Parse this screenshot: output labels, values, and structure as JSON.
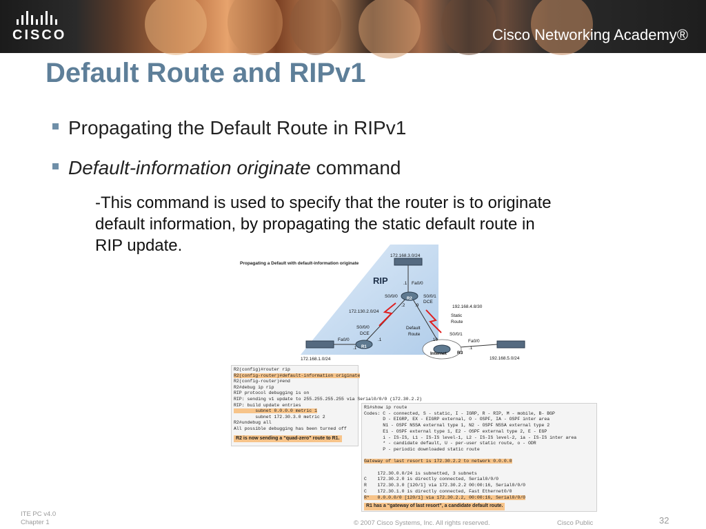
{
  "header": {
    "logo_text": "CISCO",
    "academy_text": "Cisco Networking Academy®"
  },
  "slide": {
    "title": "Default Route and RIPv1",
    "bullet1": "Propagating the Default Route in RIPv1",
    "bullet2_italic": "Default-information originate",
    "bullet2_rest": " command",
    "sub_lines": [
      "-This command is used to specify that the router is to originate",
      "default information, by propagating the static default route in",
      "RIP update."
    ]
  },
  "diagram": {
    "caption": "Propagating a Default with default-information originate",
    "rip_label": "RIP",
    "labels": {
      "n172_168_3": "172.168.3.0/24",
      "fa00_top": "Fa0/0",
      "dot1_top": ".1",
      "s000_r2": "S0/0/0",
      "s001_r2": "S0/0/1",
      "dce_r2": "DCE",
      "r2": "R2",
      "dot2": ".2",
      "dot9": ".9",
      "n192_168_4": "192.168.4.8/30",
      "n172_130_2": "172.130.2.0/24",
      "static_route": "Static",
      "route": "Route",
      "s000_r1": "S0/0/0",
      "dce_r1": "DCE",
      "default_route": "Default",
      "route2": "Route",
      "s001_r3": "S0/0/1",
      "fa00_r1": "Fa0/0",
      "dot1_r1a": ".1",
      "dot1_r1b": ".1",
      "r1": "R1",
      "fa00_r3": "Fa0/0",
      "dot10": ".10",
      "internet": "Internet",
      "r3": "R3",
      "dot1_r3": ".1",
      "n172_168_1": "172.168.1.0/24",
      "n192_168_5": "192.168.5.0/24"
    }
  },
  "cli1": {
    "lines": [
      {
        "text": "R2(config)#router rip",
        "hl": false
      },
      {
        "text": "R2(config-router)#default-information originate",
        "hl": true
      },
      {
        "text": "R2(config-router)#end",
        "hl": false
      },
      {
        "text": "R2#debug ip rip",
        "hl": false
      },
      {
        "text": "RIP protocol debugging is on",
        "hl": false
      },
      {
        "text": "RIP: sending v1 update to 255.255.255.255 via Serial0/0/0 (172.30.2.2)",
        "hl": false
      },
      {
        "text": "RIP: build update entries",
        "hl": false
      },
      {
        "text": "        subnet 0.0.0.0 metric 1",
        "hl": true
      },
      {
        "text": "        subnet 172.30.3.0 metric 2",
        "hl": false
      },
      {
        "text": "R2#undebug all",
        "hl": false
      },
      {
        "text": "All possible debugging has been turned off",
        "hl": false
      }
    ],
    "note": "R2 is now sending a “quad-zero” route to R1."
  },
  "cli2": {
    "lines": [
      {
        "text": "R1#show ip route",
        "hl": false
      },
      {
        "text": "Codes: C - connected, S - static, I - IGRP, R - RIP, M - mobile, B- BGP",
        "hl": false
      },
      {
        "text": "       D - EIGRP, EX - EIGRP external, O - OSPF, IA - OSPF inter area",
        "hl": false
      },
      {
        "text": "       N1 - OSPF NSSA external type 1, N2 - OSPF NSSA external type 2",
        "hl": false
      },
      {
        "text": "       E1 - OSPF external type 1, E2 - OSPF external type 2, E - EGP",
        "hl": false
      },
      {
        "text": "       i - IS-IS, L1 - IS-IS level-1, L2 - IS-IS level-2, ia - IS-IS inter area",
        "hl": false
      },
      {
        "text": "       * - candidate default, U - per-user static route, o - ODR",
        "hl": false
      },
      {
        "text": "       P - periodic downloaded static route",
        "hl": false
      },
      {
        "text": "",
        "hl": false
      },
      {
        "text": "Gateway of last resort is 172.30.2.2 to network 0.0.0.0",
        "hl": true
      },
      {
        "text": "",
        "hl": false
      },
      {
        "text": "     172.30.0.0/24 is subnetted, 3 subnets",
        "hl": false
      },
      {
        "text": "C    172.30.2.0 is directly connected, Serial0/0/0",
        "hl": false
      },
      {
        "text": "R    172.30.3.0 [120/1] via 172.30.2.2 00:00:16, Serial0/0/0",
        "hl": false
      },
      {
        "text": "C    172.30.1.0 is directly connected, Fast Ethernet0/0",
        "hl": false
      },
      {
        "text": "R*   0.0.0.0/0 [120/1] via 172.30.2.2, 00:00:16, Serial0/0/0",
        "hl": true
      }
    ],
    "note": "R1 has a “gateway of last resort”, a candidate default route."
  },
  "footer": {
    "line1": "ITE PC v4.0",
    "line2": "Chapter 1",
    "copyright": "© 2007 Cisco Systems, Inc. All rights reserved.",
    "public": "Cisco Public",
    "page": "32"
  }
}
